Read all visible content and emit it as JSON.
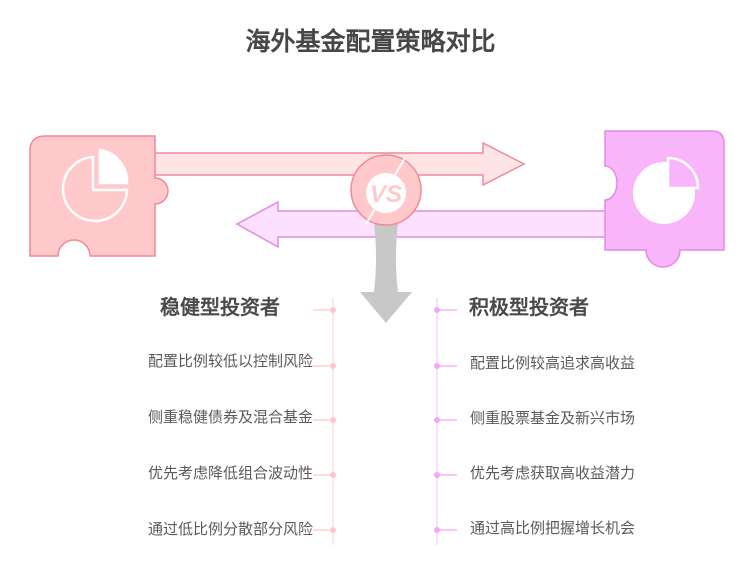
{
  "title": "海外基金配置策略对比",
  "vs_label": "VS",
  "colors": {
    "conservative": "#ffc9cc",
    "conservative_stroke": "#f08a96",
    "aggressive": "#f9b5fa",
    "aggressive_stroke": "#e389e6",
    "arrow_gray": "#c8c8c8"
  },
  "left": {
    "heading": "稳健型投资者",
    "icon": "pie-chart-icon",
    "items": [
      "配置比例较低以控制风险",
      "侧重稳健债券及混合基金",
      "优先考虑降低组合波动性",
      "通过低比例分散部分风险"
    ]
  },
  "right": {
    "heading": "积极型投资者",
    "icon": "pie-chart-icon",
    "items": [
      "配置比例较高追求高收益",
      "侧重股票基金及新兴市场",
      "优先考虑获取高收益潜力",
      "通过高比例把握增长机会"
    ]
  }
}
